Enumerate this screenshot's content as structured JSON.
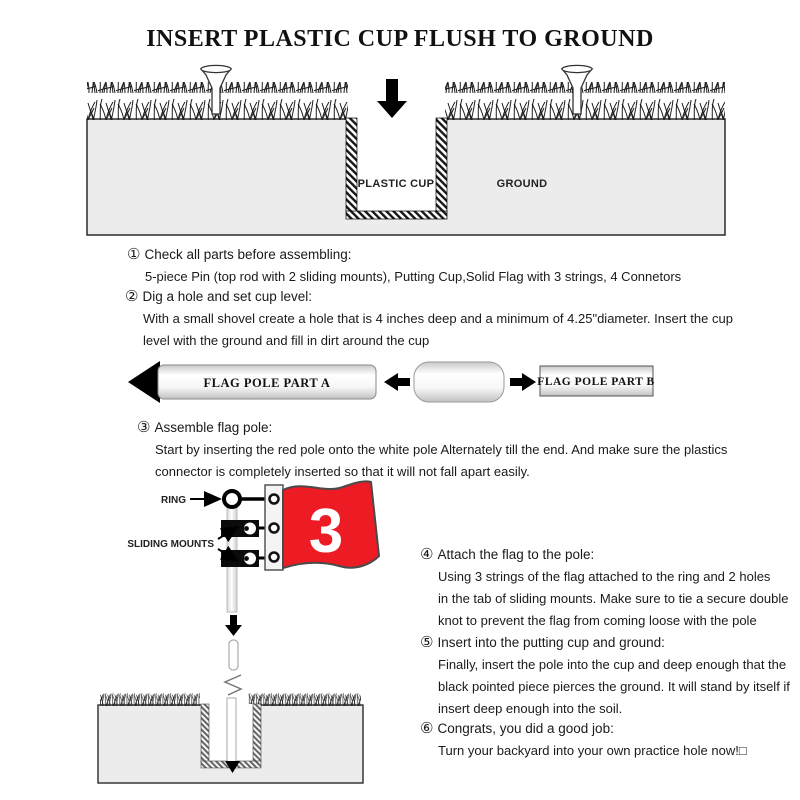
{
  "title": "INSERT PLASTIC CUP FLUSH TO GROUND",
  "colors": {
    "flag_red": "#ed1c24",
    "ground_fill": "#ececec",
    "black": "#111111"
  },
  "top_diagram": {
    "plastic_cup_label": "PLASTIC CUP",
    "ground_label": "GROUND"
  },
  "pole_diagram": {
    "part_a_label": "FLAG POLE PART A",
    "part_b_label": "FLAG POLE PART B"
  },
  "flag_diagram": {
    "ring_label": "RING",
    "sliding_mounts_label": "SLIDING MOUNTS",
    "flag_number": "3"
  },
  "steps": [
    {
      "num": "①",
      "heading": "Check all parts before assembling:",
      "lines": [
        "5-piece Pin (top rod with 2 sliding mounts), Putting Cup,Solid Flag with 3 strings,  4 Connetors"
      ]
    },
    {
      "num": "②",
      "heading": "Dig a hole and set cup level:",
      "lines": [
        "With a small shovel create a hole that is 4 inches deep and a minimum of 4.25\"diameter.  Insert the cup",
        "level with the ground  and fill in dirt around the cup"
      ]
    },
    {
      "num": "③",
      "heading": "Assemble flag pole:",
      "lines": [
        "Start by inserting the red pole onto the white pole Alternately till the end. And make sure the plastics",
        "connector is completely inserted so that it will not fall apart easily."
      ]
    },
    {
      "num": "④",
      "heading": "Attach the flag to the pole:",
      "lines": [
        "Using 3 strings of the flag attached to the ring and 2 holes",
        "in the tab of sliding mounts. Make sure to tie a secure double",
        "knot to prevent the flag from coming loose with the pole"
      ]
    },
    {
      "num": "⑤",
      "heading": "Insert into the putting cup and ground:",
      "lines": [
        "Finally, insert the pole into the cup and deep enough that the",
        "black pointed piece pierces the ground. It will stand by itself if",
        "insert deep enough into the soil."
      ]
    },
    {
      "num": "⑥",
      "heading": "Congrats, you did a good job:",
      "lines": [
        "Turn your backyard into your own practice hole now!□"
      ]
    }
  ]
}
